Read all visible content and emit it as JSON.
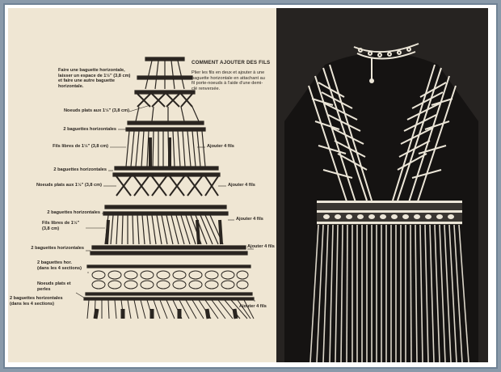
{
  "diagram": {
    "labels": {
      "top": "Faire une baguette horizontale, laisser un espace de 1½\" (3,8 cm) et faire une autre baguette horizontale.",
      "noeuds1": "Noeuds plats aux 1½\" (3,8 cm)",
      "baguettes1": "2 baguettes horizontales",
      "fils1": "Fils libres de 1½\" (3,8 cm)",
      "baguettes2": "2 baguettes horizontales",
      "noeuds2": "Noeuds plats aux 1½\" (3,8 cm)",
      "baguettes3": "2 baguettes horizontales",
      "fils2": "Fils libres de 1½\" (3,8 cm)",
      "baguettes4": "2 baguettes horizontales",
      "baguettes_hor": "2 baguettes hor. (dans les 4 sections)",
      "noeuds_perles": "Noeuds plats et perles",
      "baguettes5": "2 baguettes horizontales (dans les 4 sections)",
      "ajouter1": "Ajouter 4 fils",
      "ajouter2": "Ajouter 4 fils",
      "ajouter3": "Ajouter 4 fils",
      "ajouter4": "Ajouter 4 fils",
      "ajouter5": "Ajouter 4 fils"
    },
    "heading": "COMMENT AJOUTER DES FILS",
    "instructions": "Plier les fils en deux et ajouter à une baguette horizontale en attachant au fil porte-noeuds à l'aide d'une demi-clé renversée."
  },
  "colors": {
    "page": "#efe6d3",
    "ink": "#2a2520",
    "photo_bg": "#262321",
    "cord": "#ece6d8",
    "frame": "#6f8295"
  }
}
